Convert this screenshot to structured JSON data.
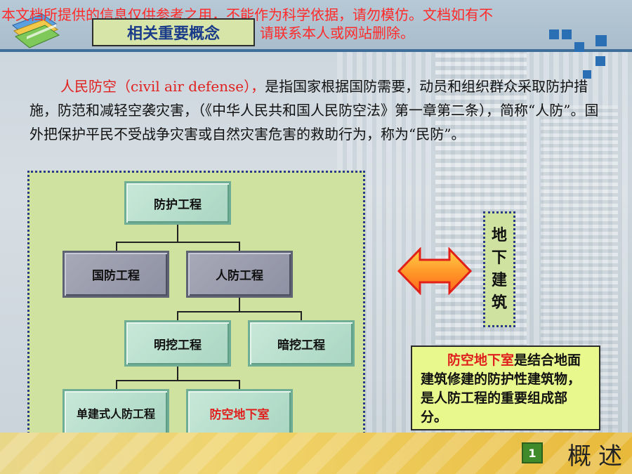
{
  "watermark": {
    "line1": "本文档所提供的信息仅供参考之用，不能作为科学依据，请勿模仿。文档如有不",
    "line2": "请联系本人或网站删除。"
  },
  "title": "相关重要概念",
  "intro": {
    "term": "人民防空（civil air defense），",
    "text": "是指国家根据国防需要，动员和组织群众采取防护措施，防范和减轻空袭灾害，（《中华人民共和国人民防空法》第一章第二条），简称“人防”。国外把保护平民不受战争灾害或自然灾害危害的救助行为，称为“民防”。"
  },
  "diagram": {
    "root": "防护工程",
    "level2": [
      "国防工程",
      "人防工程"
    ],
    "level3": [
      "明挖工程",
      "暗挖工程"
    ],
    "level4": [
      "单建式人防工程",
      "防空地下室"
    ]
  },
  "side_label": [
    "地",
    "下",
    "建",
    "筑"
  ],
  "description": {
    "term": "防空地下室",
    "text": "是结合地面建筑修建的防护性建筑物，是人防工程的重要组成部分。"
  },
  "footer": {
    "page_number": "1",
    "section": "概述"
  },
  "colors": {
    "accent_red": "#e0201e",
    "panel_green": "#cfe2a0",
    "title_blue": "#1a3a8a"
  }
}
